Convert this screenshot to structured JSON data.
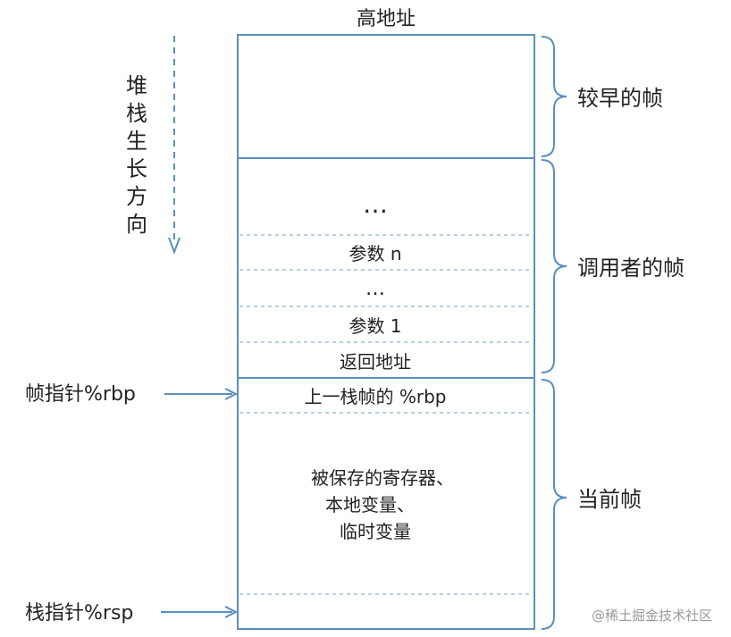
{
  "title": "高地址",
  "growth_label": "堆栈生长方向",
  "frames": [
    {
      "label": "较早的帧"
    },
    {
      "label": "调用者的帧"
    },
    {
      "label": "当前帧"
    }
  ],
  "cells": {
    "dots_top": "…",
    "param_n": "参数 n",
    "dots_mid": "…",
    "param_1": "参数 1",
    "return_address": "返回地址",
    "saved_rbp": "上一栈帧的 %rbp",
    "locals_lines": [
      "被保存的寄存器、",
      "本地变量、",
      "临时变量"
    ]
  },
  "pointers": {
    "rbp": "帧指针%rbp",
    "rsp": "栈指针%rsp"
  },
  "watermark": "@稀土掘金技术社区",
  "colors": {
    "line": "#5b8fc0",
    "dashed": "#8fb0d4",
    "text": "#222222"
  }
}
